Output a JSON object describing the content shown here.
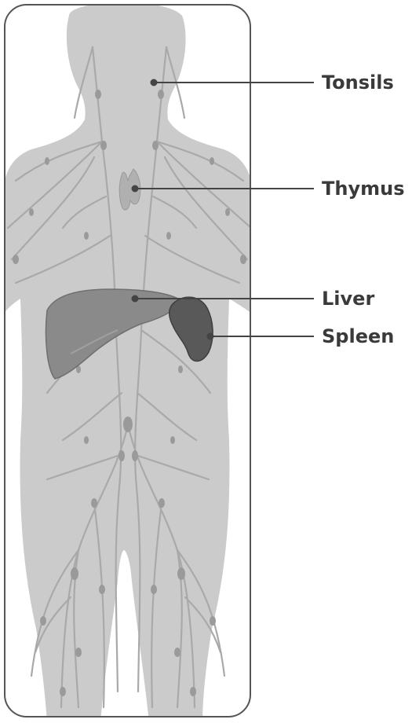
{
  "labels": {
    "tonsils": "Tonsils",
    "thymus": "Thymus",
    "liver": "Liver",
    "spleen": "Spleen"
  },
  "colors": {
    "frame": "#555555",
    "body": "#cbcbcb",
    "vessel": "#a9a9a9",
    "node": "#9a9a9a",
    "leader": "#444444",
    "liver": "#8a8a8a",
    "spleen": "#595959",
    "thymus": "#b0b0b0",
    "text": "#3a3a3a"
  },
  "icons": {
    "figure": "human-lymphatic-system-illustration"
  }
}
